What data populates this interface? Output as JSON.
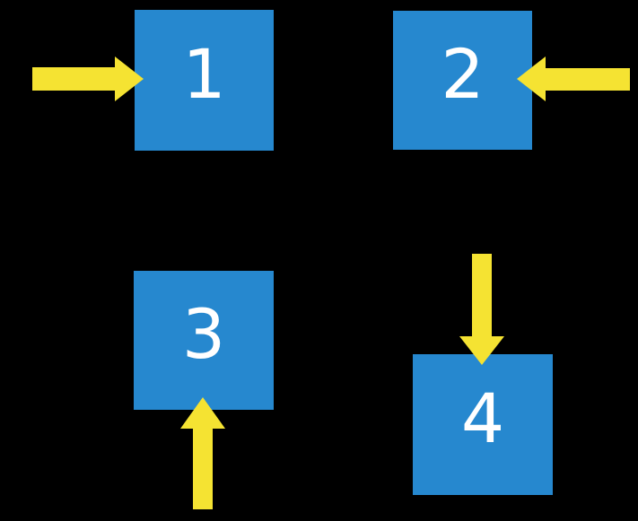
{
  "colors": {
    "bg": "#000000",
    "square": "#2688CF",
    "arrow": "#F5E332",
    "digit": "#FFFFFF"
  },
  "squares": [
    {
      "label": "1",
      "arrow": {
        "points": "right",
        "enters_from": "left"
      }
    },
    {
      "label": "2",
      "arrow": {
        "points": "left",
        "enters_from": "right"
      }
    },
    {
      "label": "3",
      "arrow": {
        "points": "up",
        "enters_from": "bottom"
      }
    },
    {
      "label": "4",
      "arrow": {
        "points": "down",
        "enters_from": "top"
      }
    }
  ]
}
